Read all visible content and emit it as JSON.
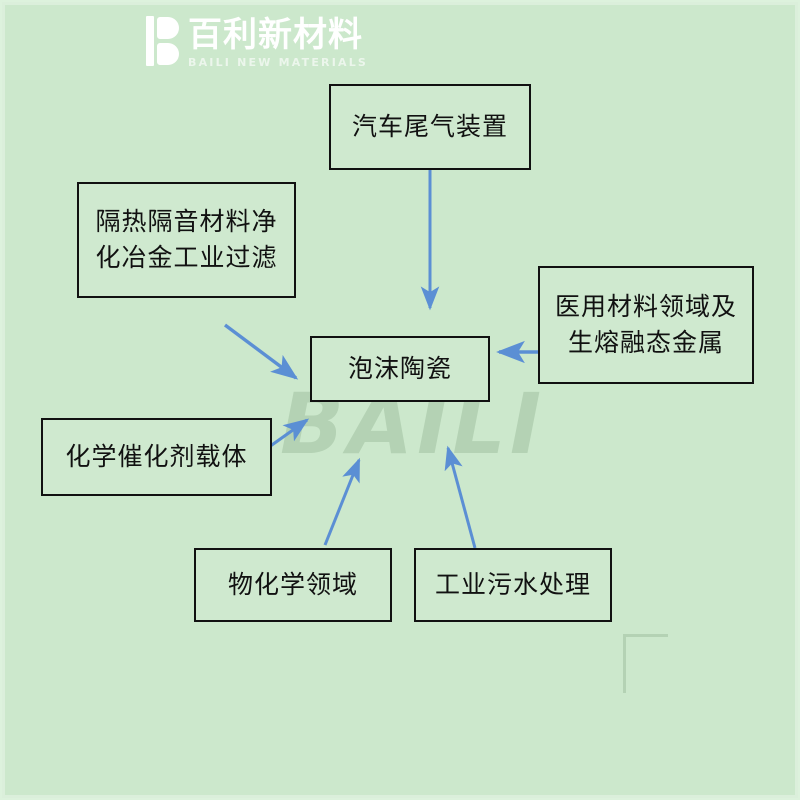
{
  "page": {
    "background_color": "#cce8cc",
    "box_border_color": "#111111",
    "box_fill_color": "#cfe9cf",
    "arrow_color": "#5b8fd4",
    "watermark_text": "BAILI"
  },
  "logo": {
    "chinese": "百利新材料",
    "english": "BAILI NEW MATERIALS"
  },
  "diagram": {
    "center": {
      "label": "泡沫陶瓷"
    },
    "nodes": [
      {
        "id": "auto-exhaust",
        "label": "汽车尾气装置"
      },
      {
        "id": "insulation",
        "label": "隔热隔音材料净化冶金工业过滤"
      },
      {
        "id": "medical",
        "label": "医用材料领域及生熔融态金属"
      },
      {
        "id": "catalyst",
        "label": "化学催化剂载体"
      },
      {
        "id": "physchem",
        "label": "物化学领域"
      },
      {
        "id": "wastewater",
        "label": "工业污水处理"
      }
    ],
    "node_lines": {
      "insulation_line1": "隔热隔音材料净",
      "insulation_line2": "化冶金工业过滤",
      "medical_line1": "医用材料领域及",
      "medical_line2": "生熔融态金属"
    },
    "edges": [
      {
        "from": "auto-exhaust",
        "to": "泡沫陶瓷"
      },
      {
        "from": "insulation",
        "to": "泡沫陶瓷"
      },
      {
        "from": "medical",
        "to": "泡沫陶瓷"
      },
      {
        "from": "catalyst",
        "to": "泡沫陶瓷"
      },
      {
        "from": "physchem",
        "to": "泡沫陶瓷"
      },
      {
        "from": "wastewater",
        "to": "泡沫陶瓷"
      }
    ]
  }
}
